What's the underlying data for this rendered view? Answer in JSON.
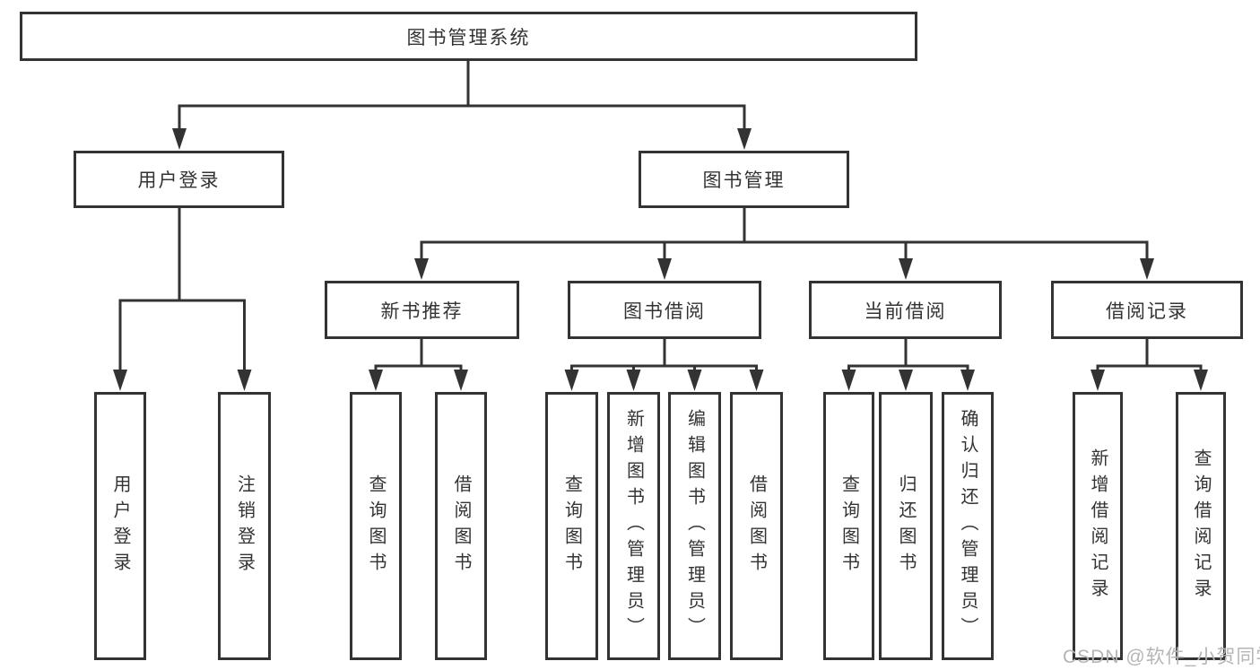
{
  "nodes": {
    "root": "图书管理系统",
    "l2": [
      "用户登录",
      "图书管理"
    ],
    "l3": [
      "新书推荐",
      "图书借阅",
      "当前借阅",
      "借阅记录"
    ],
    "leaves": [
      "用户登录",
      "注销登录",
      "查询图书",
      "借阅图书",
      "查询图书",
      "新增图书（管理员）",
      "编辑图书（管理员）",
      "借阅图书",
      "查询图书",
      "归还图书",
      "确认归还（管理员）",
      "新增借阅记录",
      "查询借阅记录"
    ]
  },
  "hierarchy": {
    "图书管理系统": {
      "用户登录": [
        "用户登录",
        "注销登录"
      ],
      "图书管理": {
        "新书推荐": [
          "查询图书",
          "借阅图书"
        ],
        "图书借阅": [
          "查询图书",
          "新增图书（管理员）",
          "编辑图书（管理员）",
          "借阅图书"
        ],
        "当前借阅": [
          "查询图书",
          "归还图书",
          "确认归还（管理员）"
        ],
        "借阅记录": [
          "新增借阅记录",
          "查询借阅记录"
        ]
      }
    }
  },
  "watermark": "CSDN @软件_小贺同学",
  "colors": {
    "line": "#333333",
    "text": "#333333",
    "watermark": "#b5b5b5",
    "background": "#ffffff"
  }
}
